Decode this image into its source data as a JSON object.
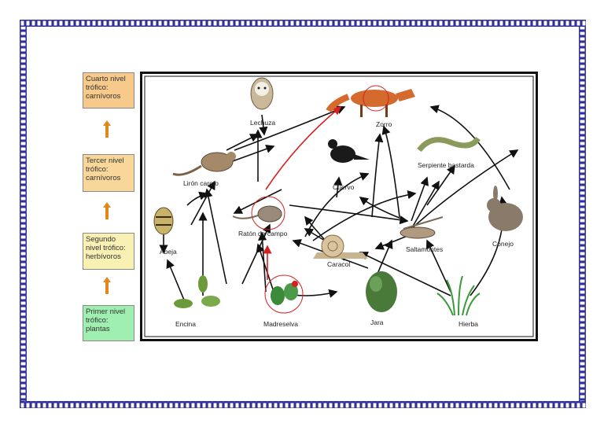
{
  "levels": [
    {
      "text": "Cuarto nivel trófico: carnívoros",
      "color": "#f7c98b"
    },
    {
      "text": "Tercer nivel trófico: carnívoros",
      "color": "#f9d79a"
    },
    {
      "text": "Segundo nivel trófico: herbívoros",
      "color": "#f9f0b3"
    },
    {
      "text": "Primer nivel trófico: plantas",
      "color": "#9fefb0"
    }
  ],
  "organisms": {
    "lechuza": "Lechuza",
    "zorro": "Zorro",
    "liron": "Lirón careto",
    "serpiente": "Serpiente bastarda",
    "cuervo": "Cuervo",
    "raton": "Ratón de campo",
    "abeja": "Abeja",
    "saltamontes": "Saltamontes",
    "conejo": "Conejo",
    "caracol": "Caracol",
    "encina": "Encina",
    "madreselva": "Madreselva",
    "jara": "Jara",
    "hierba": "Hierba"
  },
  "colors": {
    "border": "#1a1a8c",
    "arrow": "#111111",
    "highlight": "#d62020",
    "level_arrow": "#e0891a"
  }
}
